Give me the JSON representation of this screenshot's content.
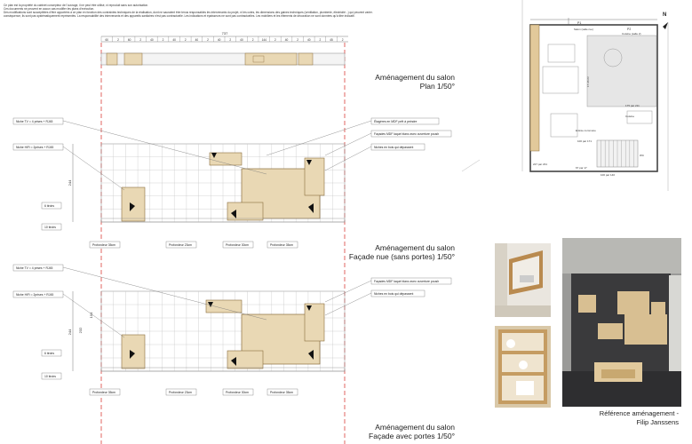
{
  "disclaimer": {
    "lines": [
      "Ce plan est la propriété du cabinet concepteur de l'ouvrage, il ne peut être utilisé, ni reproduit sans son autorisation.",
      "Ces documents ne peuvent en aucun cas modifier les plans d'exécution.",
      "Des modifications sont susceptibles d'être apportées à ce plan en fonction des contraintes techniques de la réalisation, dont ne sauraient être tenus responsables les intervenants du projet, ni les cotes, les dimensions des gaines techniques (ventilation, plomberie, électricité...) qui peuvent varier.",
      "conséquence, ils sont pas systématiquement représentés. La responsabilité des intervenants et des appareils sanitaires n'est pas contractuelle. Les indications et épaisseurs ne sont pas contractuelles. Les mobiliers et les éléments de décoration ne sont données qu'à titre indicatif."
    ]
  },
  "drawings": {
    "overall_dimension": "737",
    "top_dims": [
      "60",
      "2",
      "60",
      "2",
      "40",
      "2",
      "40",
      "2",
      "40",
      "2",
      "40",
      "2",
      "40",
      "2",
      "144",
      "2",
      "40",
      "2",
      "40",
      "2",
      "45",
      "2"
    ],
    "callouts": {
      "niche_tv": "Niche TV = 4 prises + RJ45",
      "niche_hifi": "Niche HiFi = 2prises + RJ45",
      "tiroirs": "6 tiroirs",
      "tiroirs_10": "10 tiroirs",
      "etageres": "Étagères en MDF prêt à peindre",
      "facades_mdf": "Façades MDF laqué blanc avec ouverture poush",
      "niches_bois": "Niches en bois qui dépassent",
      "prof_35": "Profondeur 35cm",
      "prof_23": "Profondeur 23cm",
      "prof_30": "Profondeur 30cm",
      "prof_35b": "Profondeur 35cm"
    },
    "vertical_dims": [
      "244",
      "108",
      "130"
    ],
    "elevation2_dims": [
      "244",
      "232",
      "104"
    ]
  },
  "titles": {
    "plan": {
      "line1": "Aménagement du salon",
      "line2": "Plan 1/50°"
    },
    "facade_nue": {
      "line1": "Aménagement du salon",
      "line2": "Façade nue (sans portes) 1/50°"
    },
    "facade_portes": {
      "line1": "Aménagement du salon",
      "line2": "Façade avec portes 1/50°"
    }
  },
  "floor_plan": {
    "north": "N",
    "rooms": [
      {
        "label": "P1",
        "area": "17.36 m²",
        "caption": "Salon (salle rue)"
      },
      {
        "label": "P2",
        "area": "6.40 m²",
        "caption": "Cuisine (salle 2)"
      },
      {
        "label": "Cuisine"
      },
      {
        "label": "WC"
      },
      {
        "label": "Entrée commune"
      }
    ],
    "dims": [
      "227 par 231",
      "100 par 140",
      "67 par 17",
      "100 par 171",
      "175 par 211"
    ]
  },
  "reference": {
    "line1": "Référence aménagement -",
    "line2": "Filip Janssens"
  },
  "colors": {
    "wood": "#e9d8b4",
    "wood_dark": "#c8a870",
    "red_axis": "#d9403a",
    "line": "#555555"
  }
}
